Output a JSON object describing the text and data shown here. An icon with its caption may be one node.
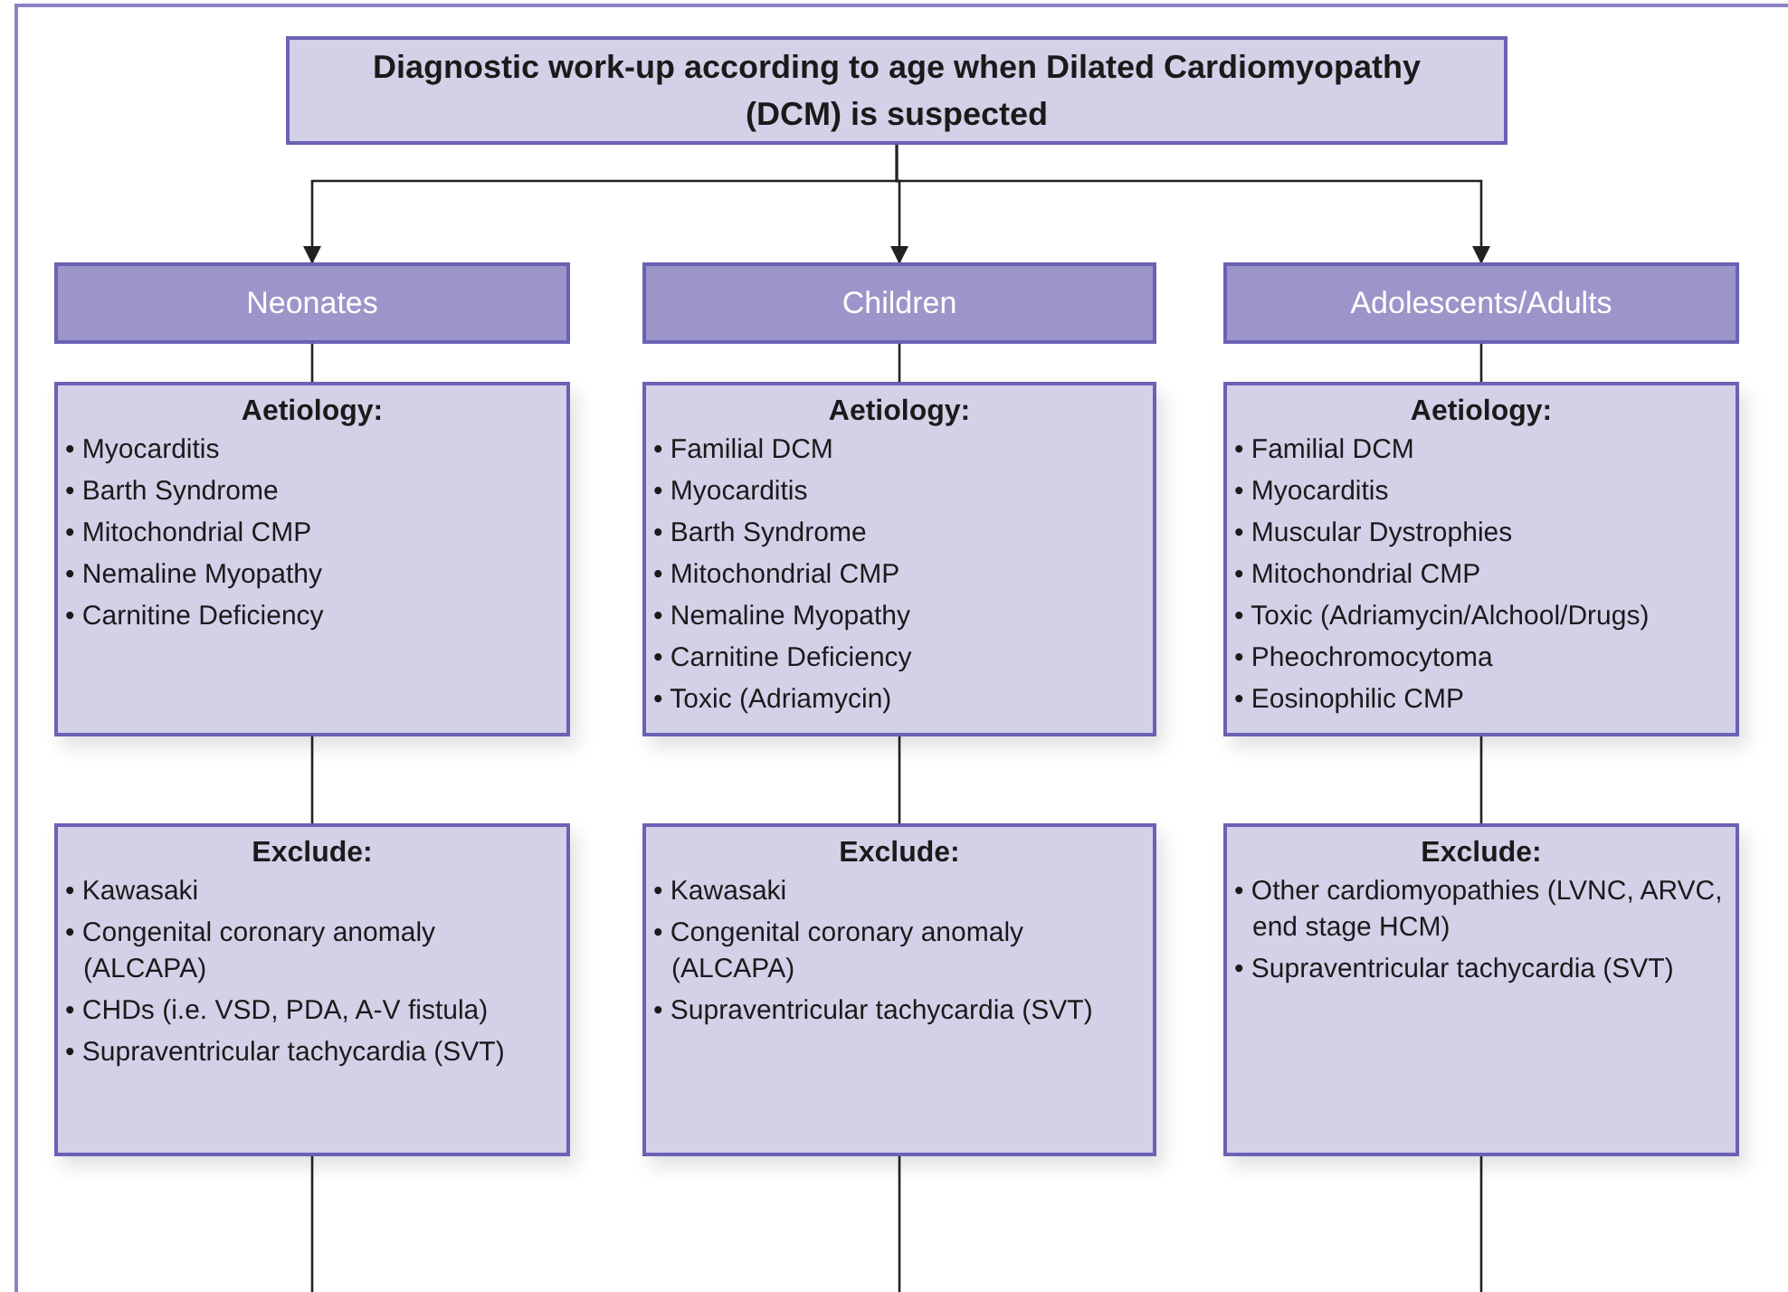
{
  "diagram": {
    "nodes": [
      {
        "text": [
          "Diagnostic work-up according to age when Dilated Cardiomyopathy (DCM) is suspected"
        ]
      },
      {
        "text": [
          "Neonates"
        ]
      },
      {
        "text": [
          "Children"
        ]
      },
      {
        "text": [
          "Adolescents/Adults"
        ]
      },
      {
        "text": [
          "Aetiology:",
          "• Myocarditis",
          "• Barth Syndrome",
          "• Mitochondrial CMP",
          "• Nemaline Myopathy",
          "• Carnitine Deficiency"
        ]
      },
      {
        "text": [
          "Aetiology:",
          "• Familial DCM",
          "• Myocarditis",
          "• Barth Syndrome",
          "• Mitochondrial CMP",
          "• Nemaline Myopathy",
          "• Carnitine Deficiency",
          "• Toxic (Adriamycin)"
        ]
      },
      {
        "text": [
          "Aetiology:",
          "• Familial DCM",
          "• Myocarditis",
          "• Muscular Dystrophies",
          "• Mitochondrial CMP",
          "• Toxic (Adriamycin/Alchool/Drugs)",
          "• Pheochromocytoma",
          "• Eosinophilic CMP"
        ]
      },
      {
        "text": [
          "Exclude:",
          "• Kawasaki",
          "• Congenital coronary anomaly (ALCAPA)",
          "• CHDs (i.e. VSD, PDA, A-V fistula)",
          "• Supraventricular tachycardia (SVT)"
        ]
      },
      {
        "text": [
          "Exclude:",
          "• Kawasaki",
          "• Congenital coronary anomaly (ALCAPA)",
          "• Supraventricular tachycardia (SVT)"
        ]
      },
      {
        "text": [
          "Exclude:",
          "• Other cardiomyopathies (LVNC, ARVC, end stage HCM)",
          "• Supraventricular tachycardia (SVT)"
        ]
      }
    ],
    "edges": [
      {
        "from": 0,
        "to": 1,
        "arrow": "to"
      },
      {
        "from": 0,
        "to": 2,
        "arrow": "to"
      },
      {
        "from": 0,
        "to": 3,
        "arrow": "to"
      },
      {
        "from": 1,
        "to": 4,
        "arrow": "none"
      },
      {
        "from": 2,
        "to": 5,
        "arrow": "none"
      },
      {
        "from": 3,
        "to": 6,
        "arrow": "none"
      },
      {
        "from": 4,
        "to": 7,
        "arrow": "none"
      },
      {
        "from": 5,
        "to": 8,
        "arrow": "none"
      },
      {
        "from": 6,
        "to": 9,
        "arrow": "none"
      },
      {
        "from": 7,
        "to": null,
        "arrow": "none"
      },
      {
        "from": 8,
        "to": null,
        "arrow": "none"
      },
      {
        "from": 9,
        "to": null,
        "arrow": "none"
      }
    ]
  }
}
